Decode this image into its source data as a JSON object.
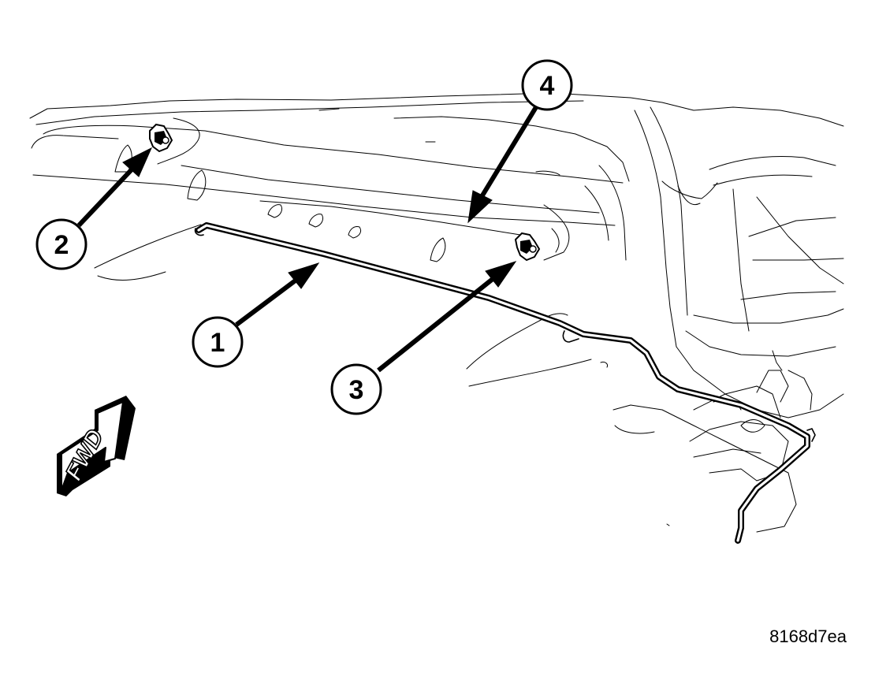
{
  "callouts": [
    {
      "id": "callout-1",
      "label": "1"
    },
    {
      "id": "callout-2",
      "label": "2"
    },
    {
      "id": "callout-3",
      "label": "3"
    },
    {
      "id": "callout-4",
      "label": "4"
    }
  ],
  "direction_arrow": {
    "label": "FWD"
  },
  "figure_id": "8168d7ea"
}
